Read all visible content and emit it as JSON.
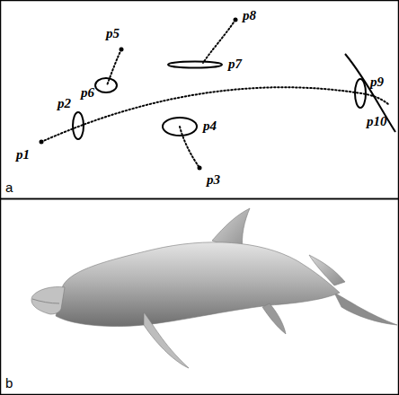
{
  "diagram": {
    "labels": [
      "a",
      "b",
      "p1",
      "p2",
      "p3",
      "p4",
      "p5",
      "p6",
      "p7",
      "p8",
      "p9",
      "p10"
    ]
  }
}
